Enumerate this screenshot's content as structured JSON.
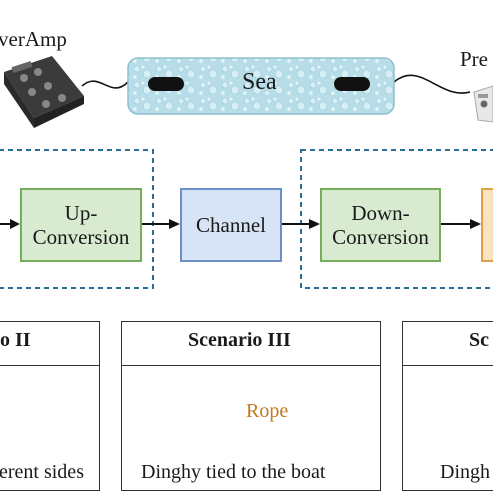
{
  "top": {
    "poweramp_label": "verAmp",
    "sea_label": "Sea",
    "preamp_label": "Pre"
  },
  "chain": {
    "up_conversion": "Up-\nConversion",
    "channel": "Channel",
    "down_conversion": "Down-\nConversion"
  },
  "scenarios": [
    {
      "title": "o II",
      "caption": "erent sides"
    },
    {
      "title": "Scenario III",
      "caption": "Dinghy tied to the boat",
      "rope_label": "Rope"
    },
    {
      "title": "Sc",
      "caption": "Dingh"
    }
  ],
  "colors": {
    "water": "#b7dde9",
    "green_fill": "#d8ead0",
    "blue_fill": "#d6e4f6",
    "dashed_border": "#2a6f9a",
    "rope": "#c07a20"
  }
}
